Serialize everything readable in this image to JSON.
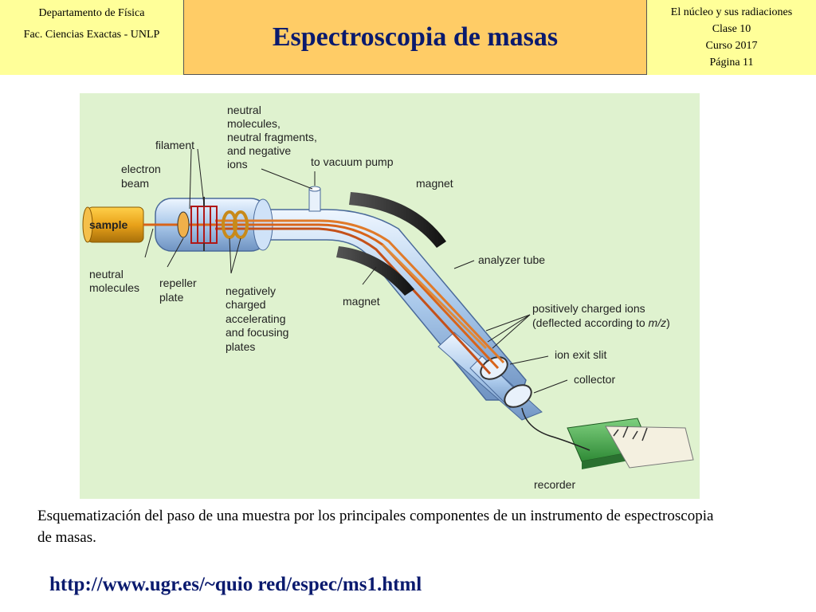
{
  "header": {
    "left": {
      "line1": "Departamento de Física",
      "line2": "Fac. Ciencias Exactas - UNLP"
    },
    "title": "Espectroscopia de masas",
    "right": {
      "line1": "El núcleo y sus radiaciones",
      "line2": "Clase 10",
      "line3": "Curso 2017",
      "line4": "Página 11"
    }
  },
  "diagram": {
    "labels": {
      "sample": "sample",
      "filament": "filament",
      "electron_beam_1": "electron",
      "electron_beam_2": "beam",
      "neutral_top_1": "neutral",
      "neutral_top_2": "molecules,",
      "neutral_top_3": "neutral fragments,",
      "neutral_top_4": "and negative",
      "neutral_top_5": "ions",
      "vacuum": "to vacuum pump",
      "magnet_top": "magnet",
      "magnet_bottom": "magnet",
      "analyzer": "analyzer tube",
      "neutral_bottom_1": "neutral",
      "neutral_bottom_2": "molecules",
      "repeller_1": "repeller",
      "repeller_2": "plate",
      "neg_plates_1": "negatively",
      "neg_plates_2": "charged",
      "neg_plates_3": "accelerating",
      "neg_plates_4": "and focusing",
      "neg_plates_5": "plates",
      "pos_ions_1": "positively charged ions",
      "pos_ions_2": "(deflected according to ",
      "pos_ions_mz": "m/z",
      "pos_ions_3": ")",
      "exit_slit": "ion exit slit",
      "collector": "collector",
      "recorder": "recorder"
    }
  },
  "caption": "Esquematización del paso de una muestra por los principales componentes de un instrumento de espectroscopia de masas.",
  "url": "http://www.ugr.es/~quio red/espec/ms1.html"
}
